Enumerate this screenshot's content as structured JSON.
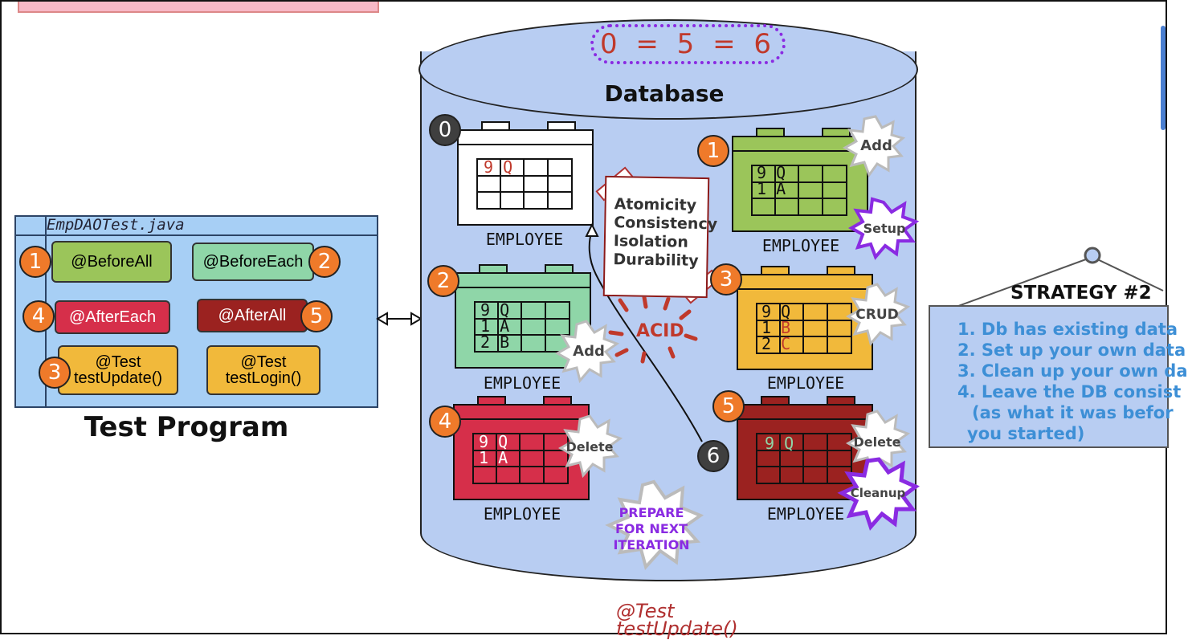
{
  "test_program": {
    "file": "EmpDAOTest.java",
    "before_all": "@BeforeAll",
    "before_each": "@BeforeEach",
    "after_each": "@AfterEach",
    "after_all": "@AfterAll",
    "test_update_1": "@Test",
    "test_update_2": "testUpdate()",
    "test_login_1": "@Test",
    "test_login_2": "testLogin()",
    "label": "Test Program",
    "badges": {
      "b1": "1",
      "b2": "2",
      "b3": "3",
      "b4": "4",
      "b5": "5"
    }
  },
  "database": {
    "formula": "0 = 5 = 6",
    "title": "Database",
    "table_label": "EMPLOYEE",
    "badges": {
      "d0": "0",
      "d1": "1",
      "d2": "2",
      "d3": "3",
      "d4": "4",
      "d5": "5",
      "d6": "6"
    },
    "bursts": {
      "add1": "Add",
      "setup": "Setup",
      "add2": "Add",
      "crud": "CRUD",
      "delete1": "Delete",
      "delete2": "Delete",
      "cleanup": "Cleanup",
      "prepare_1": "PREPARE",
      "prepare_2": "FOR NEXT",
      "prepare_3": "ITERATION"
    },
    "acid": {
      "atomicity": "Atomicity",
      "consistency": "Consistency",
      "isolation": "Isolation",
      "durability": "Durability",
      "label": "ACID"
    },
    "cells": {
      "t0": [
        "9",
        "Q"
      ],
      "t1": [
        "9",
        "Q",
        "1",
        "A"
      ],
      "t2": [
        "9",
        "Q",
        "1",
        "A",
        "2",
        "B"
      ],
      "t3": [
        "9",
        "Q",
        "1",
        "B",
        "2",
        "C"
      ],
      "t4": [
        "9",
        "Q",
        "1",
        "A"
      ],
      "t5": [
        "9",
        "Q"
      ]
    }
  },
  "strategy": {
    "title": "STRATEGY #2",
    "items": [
      "1. Db has existing data",
      "2. Set up your own data",
      "3. Clean up your own da",
      "4. Leave the DB consist",
      "(as what it was befor",
      "you started)"
    ]
  },
  "bottom": {
    "line1": "@Test",
    "line2": "testUpdate()"
  },
  "colors": {
    "white_table": "#ffffff",
    "green_table": "#9bc55a",
    "mint_table": "#8fd6a8",
    "yellow_table": "#f1b93b",
    "red_table": "#d62f4a",
    "darkred_table": "#9b2220",
    "db_fill": "#b8cdf2",
    "badge_orange": "#ef7a2a",
    "strategy_text": "#3d8fd6",
    "purple": "#8a2be2"
  }
}
